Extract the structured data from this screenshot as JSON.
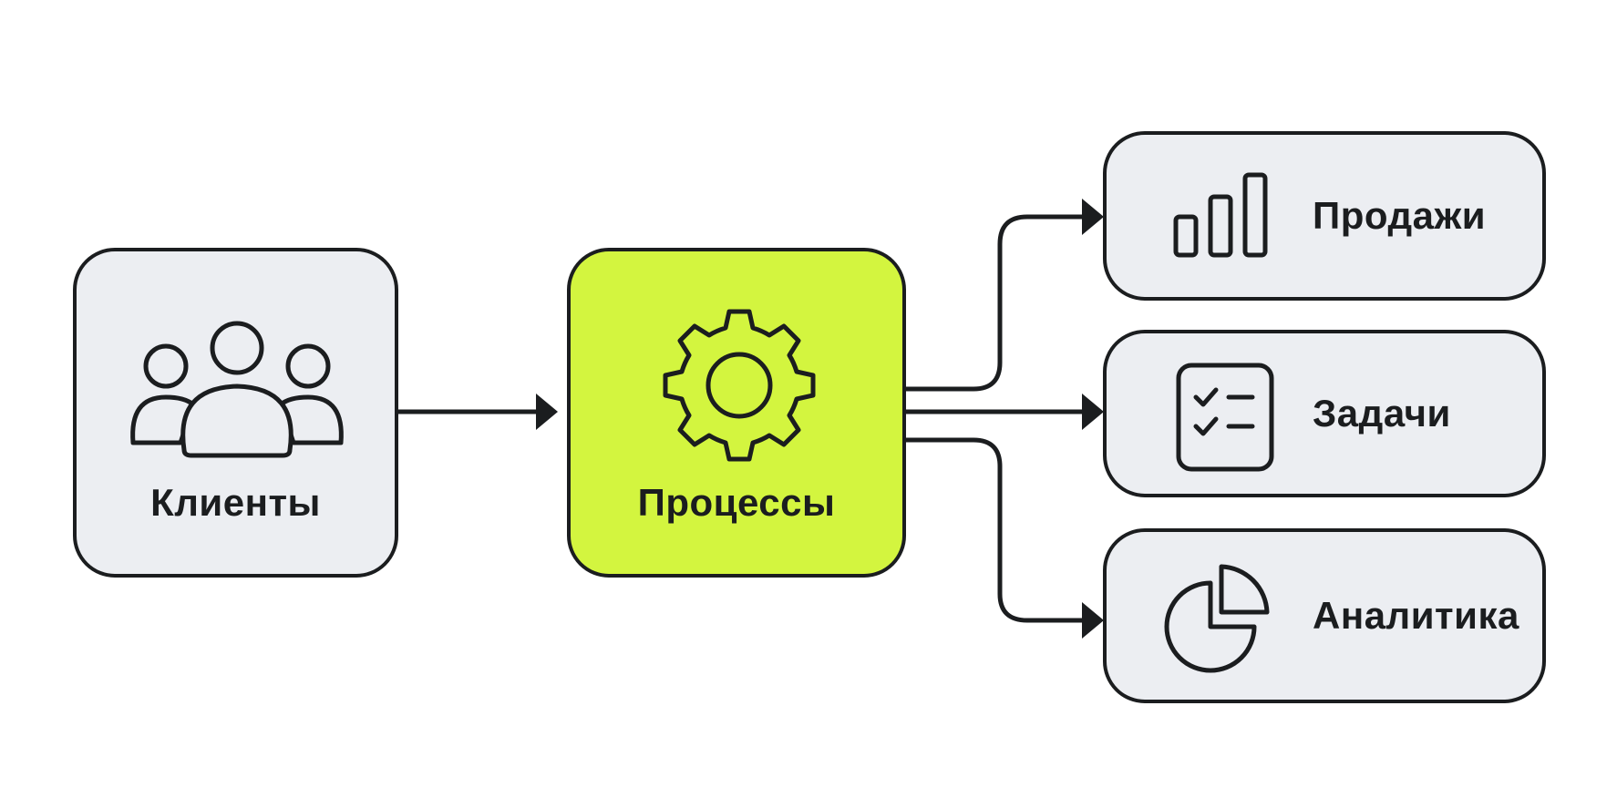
{
  "colors": {
    "stroke": "#1b1d1f",
    "node_fill": "#eceef2",
    "accent": "#d3f53f",
    "background": "#ffffff"
  },
  "nodes": {
    "clients": {
      "label": "Клиенты",
      "icon": "users-icon"
    },
    "processes": {
      "label": "Процессы",
      "icon": "gear-icon"
    },
    "sales": {
      "label": "Продажи",
      "icon": "bar-chart-icon"
    },
    "tasks": {
      "label": "Задачи",
      "icon": "checklist-icon"
    },
    "analytics": {
      "label": "Аналитика",
      "icon": "pie-chart-icon"
    }
  },
  "edges": [
    {
      "from": "clients",
      "to": "processes"
    },
    {
      "from": "processes",
      "to": "sales"
    },
    {
      "from": "processes",
      "to": "tasks"
    },
    {
      "from": "processes",
      "to": "analytics"
    }
  ]
}
